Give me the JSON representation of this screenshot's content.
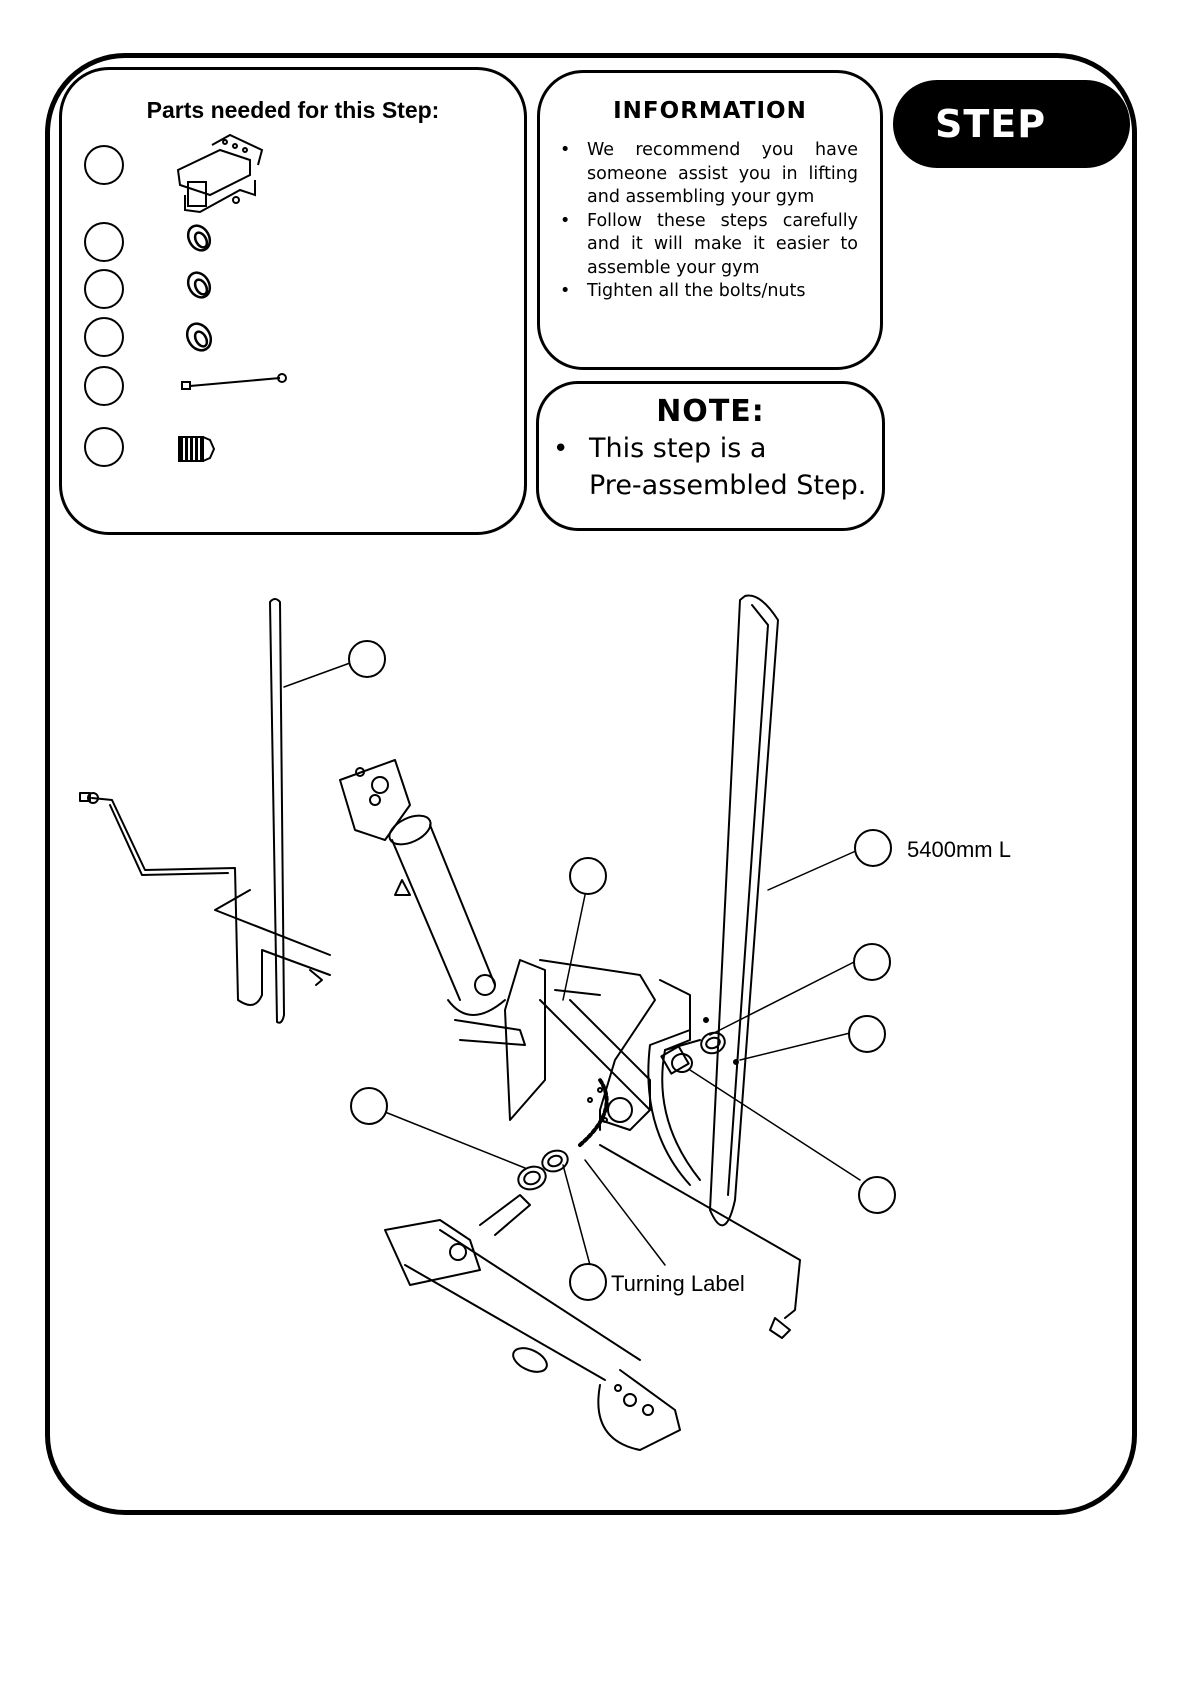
{
  "parts_panel": {
    "title": "Parts needed for this Step:",
    "items": [
      {
        "icon": "bracket-assembly-icon"
      },
      {
        "icon": "bushing-ring-icon"
      },
      {
        "icon": "bushing-ring-icon"
      },
      {
        "icon": "bushing-ring-icon"
      },
      {
        "icon": "cable-icon"
      },
      {
        "icon": "end-cap-icon"
      }
    ]
  },
  "information": {
    "title": "INFORMATION",
    "bullets": [
      "We recommend you have someone assist you in lifting and assembling your gym",
      "Follow these steps carefully and it will make it easier to assemble your gym",
      "Tighten all the bolts/nuts"
    ]
  },
  "note": {
    "title": "NOTE:",
    "bullet": "•",
    "line1": "This step is a",
    "line2": "Pre-assembled Step."
  },
  "step_badge": "STEP",
  "diagram": {
    "cable_length_label": "5400mm L",
    "turning_label": "Turning Label"
  }
}
